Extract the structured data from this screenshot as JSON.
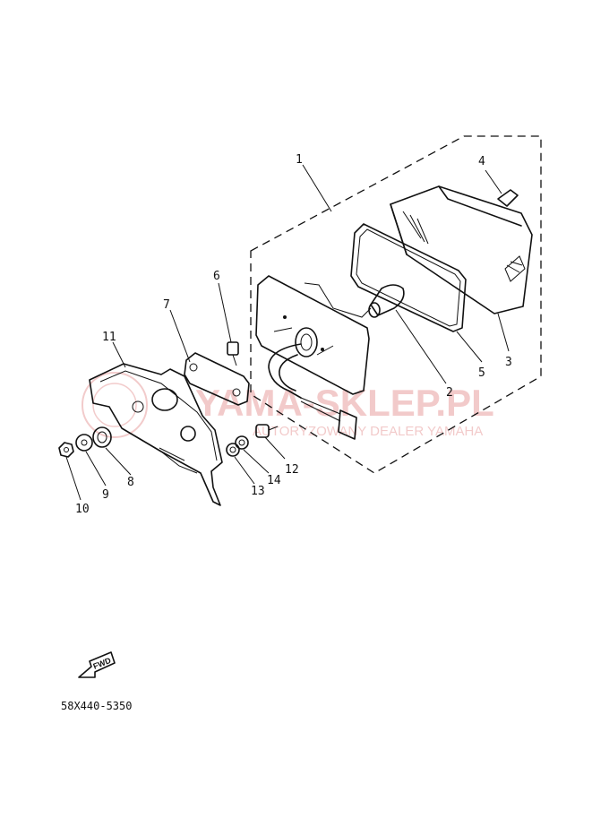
{
  "watermark": {
    "main": "YAMA-SKLEP.PL",
    "sub": "AUTORYZOWANY DEALER YAMAHA",
    "color": "#e8a0a0"
  },
  "callouts": [
    "1",
    "2",
    "3",
    "4",
    "5",
    "6",
    "7",
    "8",
    "9",
    "10",
    "11",
    "12",
    "13",
    "14"
  ],
  "fwd_label": "FWD",
  "part_number": "58X440-5350"
}
